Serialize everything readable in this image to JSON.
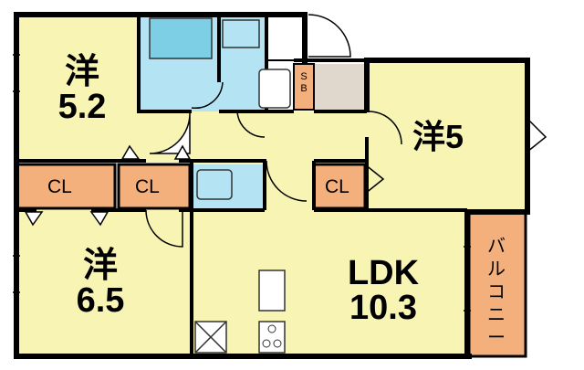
{
  "rooms": {
    "western_top_left": {
      "kanji": "洋",
      "size": "5.2"
    },
    "western_right": {
      "kanji": "洋",
      "size": "5"
    },
    "western_bottom_left": {
      "kanji": "洋",
      "size": "6.5"
    },
    "ldk": {
      "name": "LDK",
      "size": "10.3"
    },
    "balcony": {
      "label": "バルコニー"
    }
  },
  "closets": {
    "cl_left": "CL",
    "cl_middle": "CL",
    "cl_right": "CL"
  },
  "storage": {
    "sb_s": "S",
    "sb_b": "B"
  },
  "colors": {
    "room": "#f8f4b4",
    "closet": "#f4b07c",
    "wet": "#b4e4f4",
    "bath": "#7ccfe4",
    "storage": "#e0d8cc",
    "balcony": "#f4b07c",
    "wall": "#000000"
  }
}
